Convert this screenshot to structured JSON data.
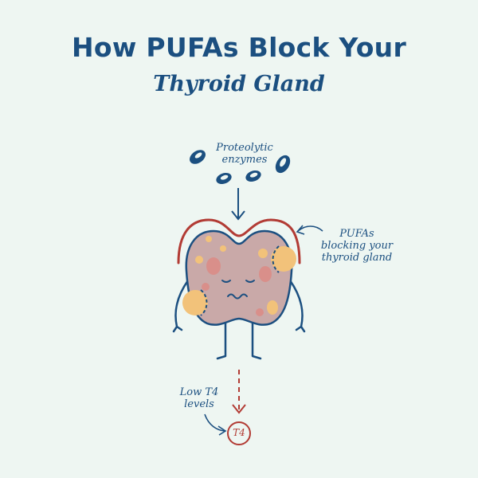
{
  "title": "How PUFAs Block Your",
  "subtitle": "Thyroid Gland",
  "labels": {
    "enzymes_line1": "Proteolytic",
    "enzymes_line2": "enzymes",
    "pufa_line1": "PUFAs",
    "pufa_line2": "blocking your",
    "pufa_line3": "thyroid gland",
    "low_line1": "Low T4",
    "low_line2": "levels",
    "t4": "T4"
  },
  "colors": {
    "background": "#eef6f2",
    "navy": "#1b4f80",
    "red": "#b23b34",
    "gland": "#c9a9a8",
    "fat_blob": "#f2c27a",
    "spot": "#d98f8a"
  }
}
